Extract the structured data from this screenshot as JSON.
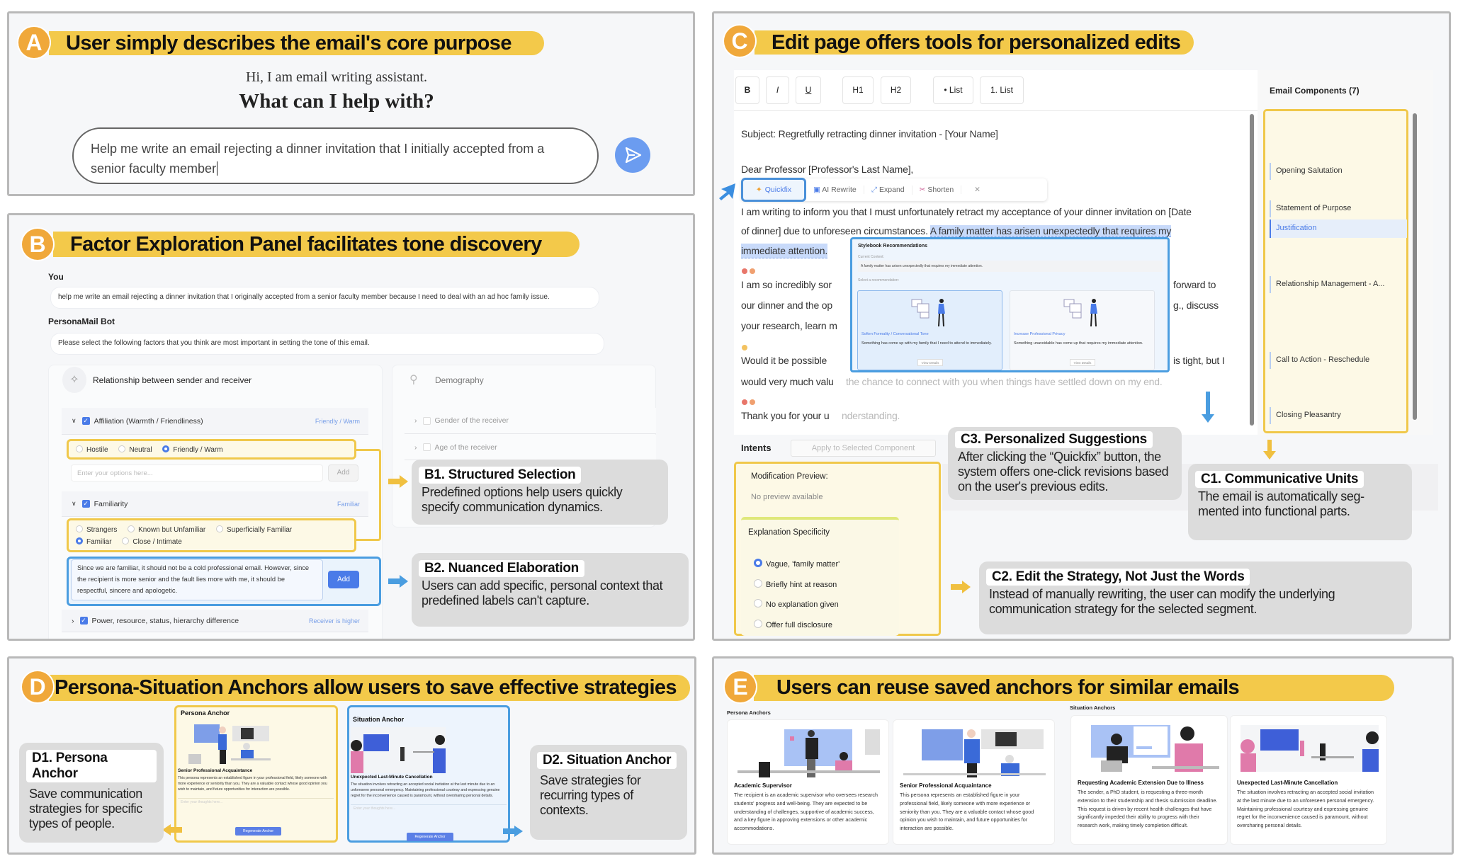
{
  "colors": {
    "banner_yellow": "#f3c94a",
    "badge_orange": "#f0a83a",
    "accent_blue": "#4a90d9",
    "highlight_yellow": "#f0c84a"
  },
  "panel_a": {
    "badge": "A",
    "title": "User simply describes the email's core purpose",
    "greeting": "Hi, I am email writing assistant.",
    "headline": "What can I help with?",
    "input_value": "Help me write an email rejecting a dinner invitation that I initially accepted from a senior faculty member",
    "send_icon": "send-icon"
  },
  "panel_b": {
    "badge": "B",
    "title": "Factor Exploration Panel facilitates tone discovery",
    "you_label": "You",
    "user_message": "help me write an email rejecting a dinner invitation that I originally accepted from a senior faculty member because I need to deal with an ad hoc family issue.",
    "bot_label": "PersonaMail Bot",
    "bot_message": "Please select the following factors that you think are most important in setting the tone of this email.",
    "relationship_header": "Relationship between sender and receiver",
    "demography_header": "Demography",
    "affiliation": {
      "label": "Affiliation (Warmth / Friendliness)",
      "value": "Friendly / Warm",
      "options": [
        "Hostile",
        "Neutral",
        "Friendly / Warm"
      ]
    },
    "options_placeholder": "Enter your options here...",
    "add_label": "Add",
    "familiarity": {
      "label": "Familiarity",
      "value": "Familiar",
      "options": [
        "Strangers",
        "Known but Unfamiliar",
        "Superficially Familiar",
        "Familiar",
        "Close / Intimate"
      ]
    },
    "elaboration_text": "Since we are familiar, it should not be a cold professional email. However, since the recipient is more senior and the fault lies more with me, it should be respectful, sincere and apologetic.",
    "power": {
      "label": "Power, resource, status, hierarchy difference",
      "value": "Receiver is higher"
    },
    "gender_label": "Gender of the receiver",
    "age_label": "Age of the receiver",
    "b1": {
      "title": "B1. Structured Selection",
      "body": "Predefined options help users quickly specify communication dynamics."
    },
    "b2": {
      "title": "B2. Nuanced Elaboration",
      "body": "Users can add specific, personal context that predefined labels can't capture."
    }
  },
  "panel_c": {
    "badge": "C",
    "title": "Edit page offers tools for personalized edits",
    "toolbar": [
      "B",
      "I",
      "U",
      "H1",
      "H2",
      "• List",
      "1. List"
    ],
    "email": {
      "subject": "Subject: Regretfully retracting dinner invitation - [Your Name]",
      "salutation": "Dear Professor [Professor's Last Name],",
      "l1": "I am writing to inform you that I must unfortunately retract my acceptance of your dinner invitation on [Date",
      "l2a": "of dinner] due to unforeseen circumstances.",
      "l2b": "A family matter has arisen unexpectedly that requires my",
      "l3": "immediate attention.",
      "l4a": "I am so incredibly sor",
      "l4b": "forward to",
      "l5a": "our dinner and the op",
      "l5b": "g., discuss",
      "l6a": "your research, learn m",
      "l7a": "Would it be possible",
      "l7b": "is tight, but I",
      "l8a": "would very much valu",
      "l8b": "the chance to connect with you when things have settled down on my end.",
      "l9a": "Thank you for your u",
      "l9b": "nderstanding."
    },
    "actions": [
      "Quickfix",
      "AI Rewrite",
      "Expand",
      "Shorten"
    ],
    "stylebook": {
      "title": "Stylebook Recommendations",
      "current_label": "Current Content:",
      "current": "A family matter has arisen unexpectedly that requires my immediate attention.",
      "select_label": "Select a recommendation:",
      "recs": [
        {
          "title": "Soften Formality / Conversational Tone",
          "text": "Something has come up with my family that I need to attend to immediately.",
          "button": "View Details"
        },
        {
          "title": "Increase Professional Privacy",
          "text": "Something unavoidable has come up that requires my immediate attention.",
          "button": "View Details"
        }
      ]
    },
    "c3": {
      "title": "C3. Personalized Suggestions",
      "body": "After clicking the “Quickfix” button, the system offers one-click revisions based on the user's previous edits."
    },
    "components_header": "Email Components (7)",
    "components": [
      "Opening Salutation",
      "Statement of Purpose",
      "Justification",
      "Relationship Management - A...",
      "Call to Action - Reschedule",
      "Closing Pleasantry"
    ],
    "intents_label": "Intents",
    "apply_label": "Apply to Selected Component",
    "preview_label": "Modification Preview:",
    "preview_value": "No preview available",
    "specificity": {
      "title": "Explanation Specificity",
      "options": [
        "Vague, 'family matter'",
        "Briefly hint at reason",
        "No explanation given",
        "Offer full disclosure"
      ],
      "selected": 0
    },
    "c1": {
      "title": "C1. Communicative Units",
      "body": "The email is automatically seg-mented into functional parts."
    },
    "c2": {
      "title": "C2. Edit the Strategy, Not Just the Words",
      "body": "Instead of manually rewriting, the user can modify the underlying communication strategy for the selected segment."
    }
  },
  "panel_d": {
    "badge": "D",
    "title": "Persona-Situation Anchors allow users to save effective strategies",
    "persona_card": {
      "header": "Persona Anchor",
      "name": "Senior Professional Acquaintance",
      "desc": "This persona represents an established figure in your professional field, likely someone with more experience or seniority than you. They are a valuable contact whose good opinion you wish to maintain, and future opportunities for interaction are possible.",
      "placeholder": "Enter your thoughts here...",
      "button": "Regenerate Anchor"
    },
    "situation_card": {
      "header": "Situation Anchor",
      "name": "Unexpected Last-Minute Cancellation",
      "desc": "The situation involves retracting an accepted social invitation at the last minute due to an unforeseen personal emergency. Maintaining professional courtesy and expressing genuine regret for the inconvenience caused is paramount, without oversharing personal details.",
      "placeholder": "Enter your thoughts here...",
      "button": "Regenerate Anchor"
    },
    "d1": {
      "title": "D1. Persona Anchor",
      "body": "Save communication strategies for specific types of people."
    },
    "d2": {
      "title": "D2. Situation Anchor",
      "body": "Save strategies for recurring types of contexts."
    }
  },
  "panel_e": {
    "badge": "E",
    "title": "Users can reuse saved anchors for similar emails",
    "persona_label": "Persona Anchors",
    "situation_label": "Situation Anchors",
    "cards": [
      {
        "title": "Academic Supervisor",
        "desc": "The recipient is an academic supervisor who oversees research students' progress and well-being. They are expected to be understanding of challenges, supportive of academic success, and a key figure in approving extensions or other academic accommodations."
      },
      {
        "title": "Senior Professional Acquaintance",
        "desc": "This persona represents an established figure in your professional field, likely someone with more experience or seniority than you. They are a valuable contact whose good opinion you wish to maintain, and future opportunities for interaction are possible."
      },
      {
        "title": "Requesting Academic Extension Due to Illness",
        "desc": "The sender, a PhD student, is requesting a three-month extension to their studentship and thesis submission deadline. This request is driven by recent health challenges that have significantly impeded their ability to progress with their research work, making timely completion difficult."
      },
      {
        "title": "Unexpected Last-Minute Cancellation",
        "desc": "The situation involves retracting an accepted social invitation at the last minute due to an unforeseen personal emergency. Maintaining professional courtesy and expressing genuine regret for the inconvenience caused is paramount, without oversharing personal details."
      }
    ]
  }
}
